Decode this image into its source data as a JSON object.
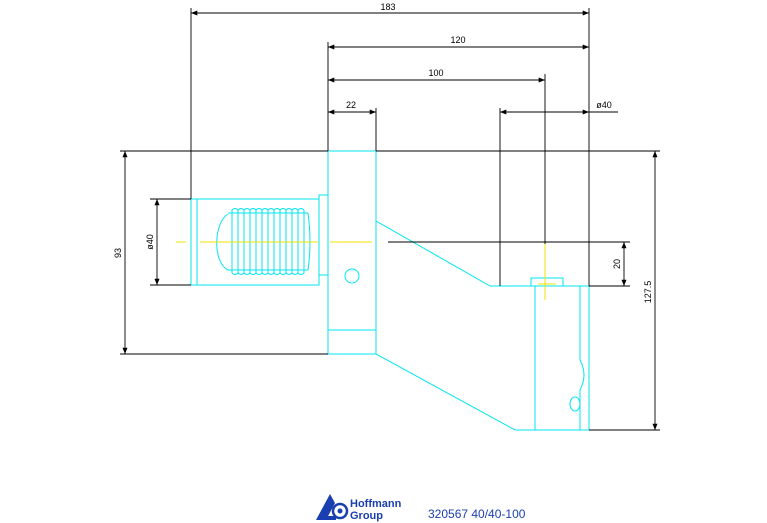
{
  "dimensions": {
    "d183": "183",
    "d120": "120",
    "d100": "100",
    "d22": "22",
    "d40_top": "ø40",
    "d40_shank": "ø40",
    "d93": "93",
    "d20": "20",
    "d127": "127.5"
  },
  "logo": {
    "line1": "Hoffmann",
    "line2": "Group"
  },
  "part_code": "320567 40/40-100",
  "colors": {
    "part": "#00e5f0",
    "centerline": "#f2e000",
    "dimension": "#000000",
    "brand": "#1a3fb0"
  }
}
